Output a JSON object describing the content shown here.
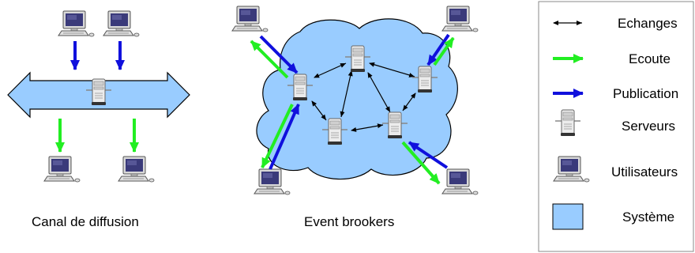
{
  "diagrams": {
    "broadcast": {
      "caption": "Canal de diffusion"
    },
    "brokers": {
      "caption": "Event brookers"
    }
  },
  "legend": {
    "items": [
      {
        "key": "exchanges",
        "label": "Echanges",
        "icon": "double-arrow-icon",
        "color": "#000000"
      },
      {
        "key": "listen",
        "label": "Ecoute",
        "icon": "green-arrow-icon",
        "color": "#22ee22"
      },
      {
        "key": "publish",
        "label": "Publication",
        "icon": "blue-arrow-icon",
        "color": "#1010dd"
      },
      {
        "key": "servers",
        "label": "Serveurs",
        "icon": "server-icon"
      },
      {
        "key": "users",
        "label": "Utilisateurs",
        "icon": "computer-icon"
      },
      {
        "key": "system",
        "label": "Système",
        "icon": "system-square-icon",
        "color": "#99ccff"
      }
    ]
  },
  "colors": {
    "system_fill": "#99ccff",
    "listen_arrow": "#22ee22",
    "publish_arrow": "#1010dd",
    "exchange_arrow": "#000000"
  }
}
